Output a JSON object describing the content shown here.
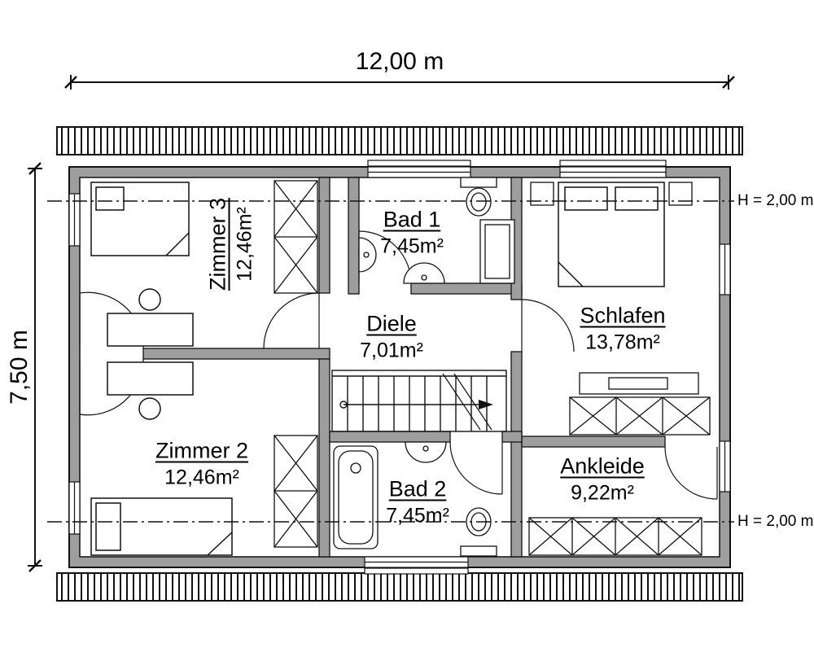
{
  "dimensions": {
    "width": "12,00 m",
    "height": "7,50 m"
  },
  "height_markers": {
    "top": "H = 2,00 m",
    "bottom": "H = 2,00 m"
  },
  "rooms": {
    "zimmer3": {
      "name": "Zimmer 3",
      "area": "12,46m²"
    },
    "bad1": {
      "name": "Bad 1",
      "area": "7,45m²"
    },
    "schlafen": {
      "name": "Schlafen",
      "area": "13,78m²"
    },
    "diele": {
      "name": "Diele",
      "area": "7,01m²"
    },
    "zimmer2": {
      "name": "Zimmer 2",
      "area": "12,46m²"
    },
    "bad2": {
      "name": "Bad 2",
      "area": "7,45m²"
    },
    "ankleide": {
      "name": "Ankleide",
      "area": "9,22m²"
    }
  },
  "colors": {
    "wall_fill": "#9e9e9e",
    "line": "#111111",
    "background": "#ffffff"
  }
}
